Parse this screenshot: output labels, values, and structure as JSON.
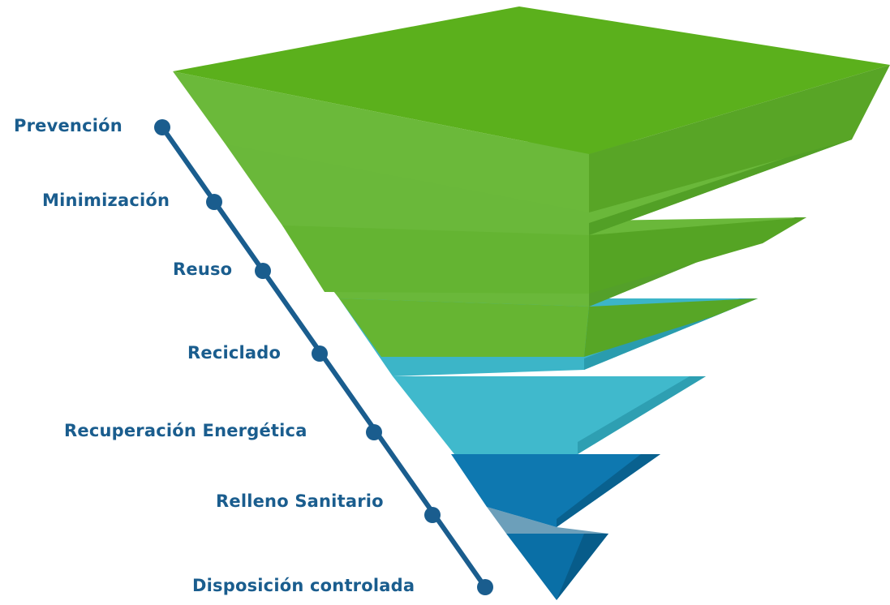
{
  "colors": {
    "green_light": "#6cbb3c",
    "green_top": "#5fb020",
    "teal": "#3ab5c8",
    "blue_dark": "#0a71a8",
    "line": "#1a5d8e"
  },
  "hierarchy": [
    {
      "label": "Prevención",
      "color_group": "green"
    },
    {
      "label": "Minimización",
      "color_group": "green"
    },
    {
      "label": "Reuso",
      "color_group": "green"
    },
    {
      "label": "Reciclado",
      "color_group": "teal"
    },
    {
      "label": "Recuperación Energética",
      "color_group": "teal"
    },
    {
      "label": "Relleno Sanitario",
      "color_group": "blue"
    },
    {
      "label": "Disposición controlada",
      "color_group": "blue"
    }
  ]
}
